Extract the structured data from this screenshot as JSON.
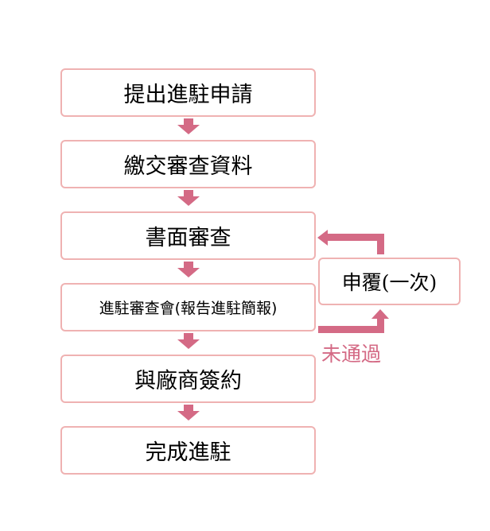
{
  "flowchart": {
    "steps": [
      "提出進駐申請",
      "繳交審查資料",
      "書面審查",
      "進駐審查會(報告進駐簡報)",
      "與廠商簽約",
      "完成進駐"
    ],
    "appeal_label": "申覆(一次)",
    "rejected_label": "未通過"
  },
  "colors": {
    "box_border": "#efb2b2",
    "arrow": "#d46a85",
    "rejected_text": "#d46a85"
  },
  "icons": [
    "down-arrow-icon",
    "return-arrow-icon",
    "up-arrow-icon"
  ]
}
